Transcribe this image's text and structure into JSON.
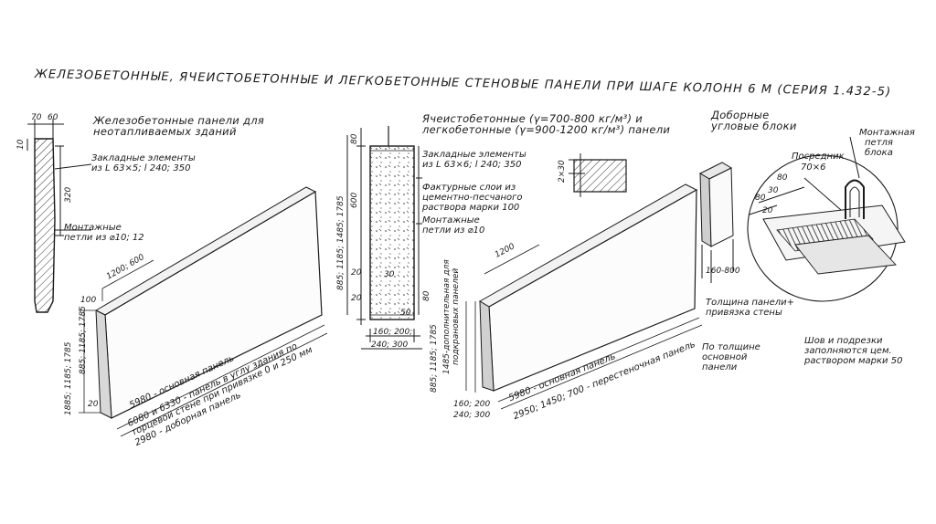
{
  "title": "ЖЕЛЕЗОБЕТОННЫЕ, ЯЧЕИСТОБЕТОННЫЕ И ЛЕГКОБЕТОННЫЕ СТЕНОВЫЕ ПАНЕЛИ ПРИ ШАГЕ КОЛОНН 6 М (СЕРИЯ 1.432-5)",
  "section1": {
    "heading_l1": "Железобетонные панели для",
    "heading_l2": "неотапливаемых зданий",
    "embedded_l1": "Закладные элементы",
    "embedded_l2": "из L 63×5; l 240; 350",
    "loops_l1": "Монтажные",
    "loops_l2": "петли из ⌀10; 12",
    "dims": {
      "d70": "70",
      "d60": "60",
      "d10": "10",
      "d320": "320",
      "d1200_600": "1200; 600",
      "d100": "100",
      "heights": "885; 1185; 1785",
      "heights2": "1885; 1185; 1785",
      "d20": "20",
      "main_panel": "5980 - основная панель",
      "corner_l1": "6080 и 6330 - панель в углу здания по",
      "corner_l2": "торцевой стене при привязке 0 и 250 мм",
      "extra": "2980 - доборная панель"
    }
  },
  "section2": {
    "heading_l1": "Ячеистобетонные (γ=700-800 кг/м³) и",
    "heading_l2": "легкобетонные (γ=900-1200 кг/м³) панели",
    "embedded_l1": "Закладные элементы",
    "embedded_l2": "из L 63×6; l 240; 350",
    "facing_l1": "Фактурные слои из",
    "facing_l2": "цементно-песчаного",
    "facing_l3": "раствора марки 100",
    "loops_l1": "Монтажные",
    "loops_l2": "петли из ⌀10",
    "dims": {
      "d80a": "80",
      "d600": "600",
      "d20a": "20",
      "d30": "30",
      "d20b": "20",
      "d80b": "80",
      "d50": "50",
      "heights": "885; 1185; 1485; 1785",
      "d160_200": "160; 200;",
      "d240_300": "240; 300",
      "d2x30": "2×30",
      "d1200": "1200",
      "add_l1": "1485-дополнительная для",
      "add_l2": "подкрановых панелей",
      "heights_b": "885; 1185; 1785",
      "main_panel": "5980 - основная панель",
      "partition": "2950; 1450; 700 - перестеночная панель",
      "d160_200b": "160; 200",
      "d240_300b": "240; 300"
    }
  },
  "section3": {
    "heading_l1": "Доборные",
    "heading_l2": "угловые блоки",
    "d160_800": "160-800",
    "thickness_l1": "Толщина панели+",
    "thickness_l2": "привязка стены",
    "by_thickness_l1": "По толщине",
    "by_thickness_l2": "основной",
    "by_thickness_l3": "панели",
    "spacer_l1": "Посредник",
    "spacer_l2": "70×6",
    "loop_l1": "Монтажная",
    "loop_l2": "петля",
    "loop_l3": "блока",
    "d80": "80",
    "d30": "30",
    "d80b": "80",
    "d20": "20",
    "seam_l1": "Шов и подрезки",
    "seam_l2": "заполняются цем.",
    "seam_l3": "раствором марки 50"
  }
}
